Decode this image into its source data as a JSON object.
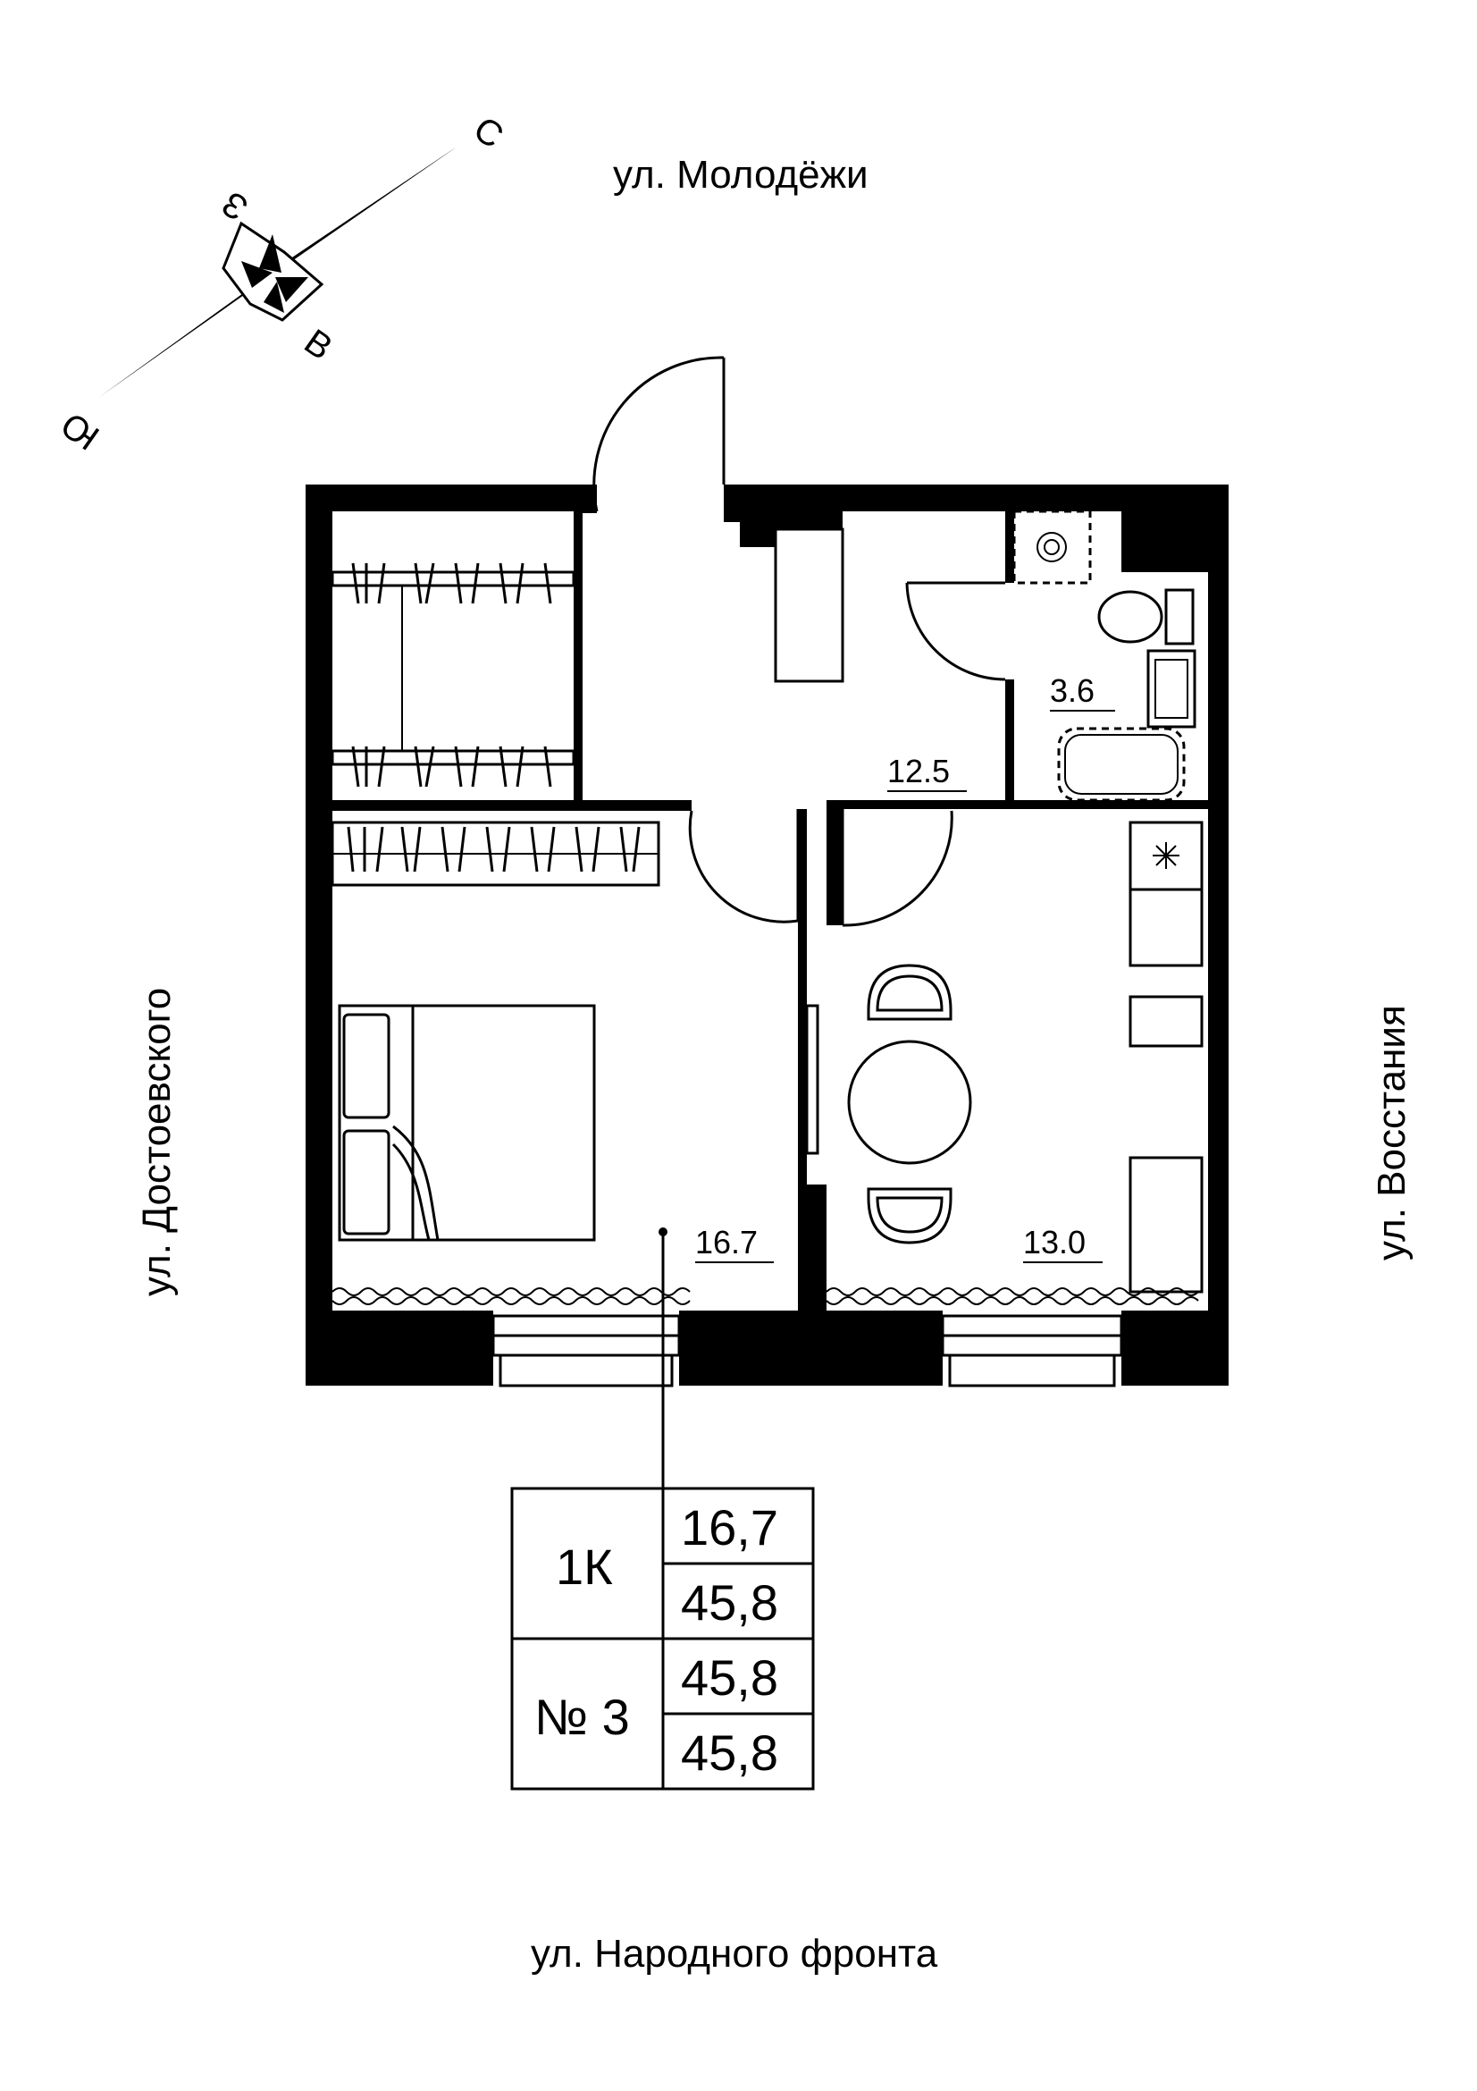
{
  "streets": {
    "north": "ул. Молодёжи",
    "south": "ул. Народного фронта",
    "west": "ул. Достоевского",
    "east": "ул. Восстания"
  },
  "compass": {
    "north": "С",
    "east": "В",
    "south": "Ю",
    "west": "З"
  },
  "rooms": {
    "bedroom_area": "16.7",
    "hall_area": "12.5",
    "bathroom_area": "3.6",
    "kitchen_area": "13.0"
  },
  "summary": {
    "type": "1К",
    "number": "№ 3",
    "living_area": "16,7",
    "total_area_1": "45,8",
    "total_area_2": "45,8",
    "total_area_3": "45,8"
  }
}
